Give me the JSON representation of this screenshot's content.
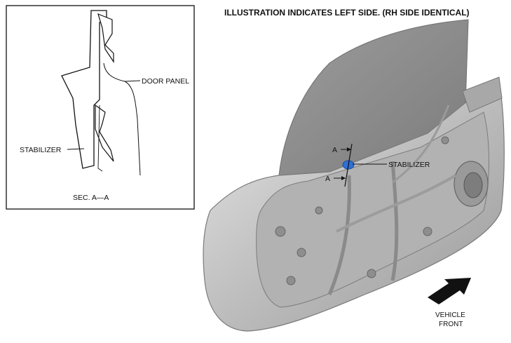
{
  "header": {
    "title": "ILLUSTRATION INDICATES LEFT SIDE. (RH SIDE IDENTICAL)"
  },
  "inset": {
    "door_panel_label": "DOOR PANEL",
    "stabilizer_label": "STABILIZER",
    "section_label": "SEC. A—A"
  },
  "main": {
    "stabilizer_label": "STABILIZER",
    "section_marker_top": "A",
    "section_marker_bottom": "A",
    "direction_label_line1": "VEHICLE",
    "direction_label_line2": "FRONT"
  },
  "colors": {
    "glass": "#8e8e8e",
    "door_body": "#c4c4c4",
    "door_dark": "#8a8a8a",
    "stabilizer": "#2f6fd6",
    "arrow": "#111111"
  }
}
